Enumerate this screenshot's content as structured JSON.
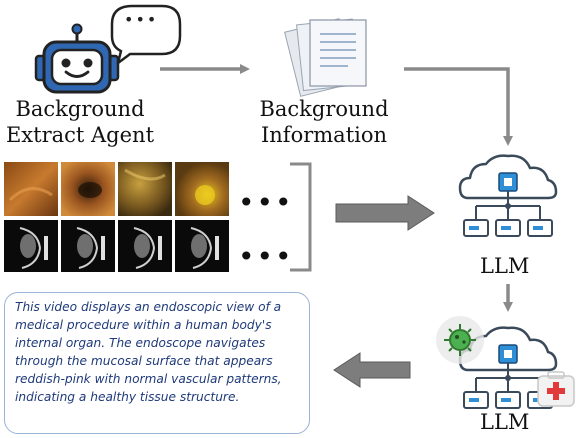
{
  "agent": {
    "line1": "Background",
    "line2": "Extract Agent"
  },
  "info": {
    "line1": "Background",
    "line2": "Information"
  },
  "llm_top": {
    "label": "LLM"
  },
  "llm_bottom": {
    "label": "LLM"
  },
  "ellipsis_top": "•••",
  "ellipsis_bottom": "•••",
  "speech_bubble": "•••",
  "description": "This video displays an endoscopic view of a medical procedure within a human body's internal organ. The endoscope navigates through the mucosal surface that appears reddish-pink with normal vascular patterns, indicating a healthy tissue structure.",
  "colors": {
    "arrow": "#8a8a8a",
    "robot": "#2f67b2",
    "cloud": "#3b4a5a",
    "chip": "#2e8fd6",
    "virus": "#4caf50",
    "desc_text": "#1f3a7a"
  },
  "icons": [
    "robot-icon",
    "speech-bubble-icon",
    "documents-icon",
    "cloud-llm-icon",
    "virus-icon",
    "medical-kit-icon"
  ]
}
